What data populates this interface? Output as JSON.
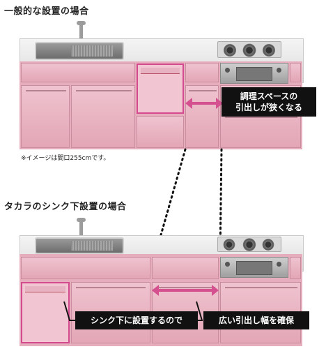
{
  "top_heading": "一般的な設置の場合",
  "bottom_heading": "タカラのシンク下設置の場合",
  "note": "※イメージは間口255cmです。",
  "callout_narrow": {
    "line1": "調理スペースの",
    "line2": "引出しが狭くなる"
  },
  "callout_sink": "シンク下に設置するので",
  "callout_wide": "広い引出し幅を確保",
  "colors": {
    "cabinet": "#e6aebd",
    "accent": "#d44a8f",
    "callout_bg": "#111111"
  }
}
